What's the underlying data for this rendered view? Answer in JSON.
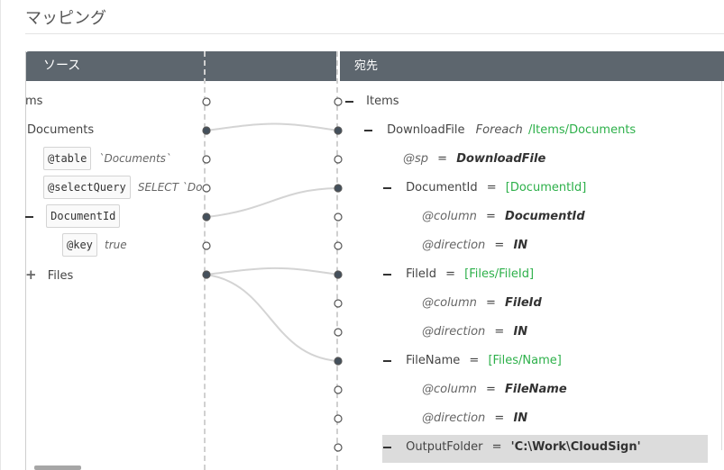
{
  "page": {
    "title": "マッピング"
  },
  "headers": {
    "source": "ソース",
    "destination": "宛先"
  },
  "source": {
    "items_label": "ms",
    "documents_label": "Documents",
    "table_attr": "@table",
    "table_value": "`Documents`",
    "select_attr": "@selectQuery",
    "select_value": "SELECT `Doc",
    "documentid_label": "DocumentId",
    "key_attr": "@key",
    "key_value": "true",
    "files_label": "Files"
  },
  "destination": {
    "items_label": "Items",
    "download": {
      "label": "DownloadFile",
      "keyword": "Foreach",
      "path": "/Items/Documents"
    },
    "sp": {
      "attr": "@sp",
      "op": "=",
      "value": "DownloadFile"
    },
    "documentid": {
      "label": "DocumentId",
      "op": "=",
      "value": "[DocumentId]"
    },
    "documentid_column": {
      "attr": "@column",
      "op": "=",
      "value": "DocumentId"
    },
    "documentid_direction": {
      "attr": "@direction",
      "op": "=",
      "value": "IN"
    },
    "fileid": {
      "label": "FileId",
      "op": "=",
      "value": "[Files/FileId]"
    },
    "fileid_column": {
      "attr": "@column",
      "op": "=",
      "value": "FileId"
    },
    "fileid_direction": {
      "attr": "@direction",
      "op": "=",
      "value": "IN"
    },
    "filename": {
      "label": "FileName",
      "op": "=",
      "value": "[Files/Name]"
    },
    "filename_column": {
      "attr": "@column",
      "op": "=",
      "value": "FileName"
    },
    "filename_direction": {
      "attr": "@direction",
      "op": "=",
      "value": "IN"
    },
    "outputfolder": {
      "label": "OutputFolder",
      "op": "=",
      "value": "'C:\\Work\\CloudSign'"
    }
  },
  "colors": {
    "header_bg": "#5d666e",
    "accent_green": "#2db04a",
    "connector_dot": "#44505c",
    "highlight": "#dcdcdc"
  }
}
